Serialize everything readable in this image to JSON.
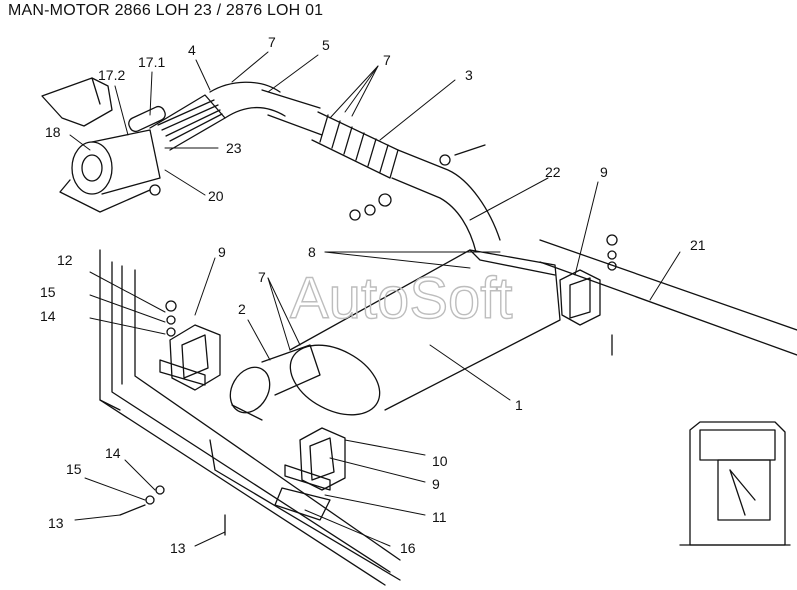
{
  "title": "MAN-MOTOR 2866 LOH 23 / 2876 LOH 01",
  "watermark": "AutoSoft",
  "callouts": [
    {
      "id": "c-17-2",
      "text": "17.2"
    },
    {
      "id": "c-17-1",
      "text": "17.1"
    },
    {
      "id": "c-4",
      "text": "4"
    },
    {
      "id": "c-7a",
      "text": "7"
    },
    {
      "id": "c-5",
      "text": "5"
    },
    {
      "id": "c-7b",
      "text": "7"
    },
    {
      "id": "c-3",
      "text": "3"
    },
    {
      "id": "c-18",
      "text": "18"
    },
    {
      "id": "c-23",
      "text": "23"
    },
    {
      "id": "c-20",
      "text": "20"
    },
    {
      "id": "c-22",
      "text": "22"
    },
    {
      "id": "c-9a",
      "text": "9"
    },
    {
      "id": "c-21",
      "text": "21"
    },
    {
      "id": "c-8",
      "text": "8"
    },
    {
      "id": "c-12",
      "text": "12"
    },
    {
      "id": "c-9b",
      "text": "9"
    },
    {
      "id": "c-15a",
      "text": "15"
    },
    {
      "id": "c-14a",
      "text": "14"
    },
    {
      "id": "c-7c",
      "text": "7"
    },
    {
      "id": "c-2",
      "text": "2"
    },
    {
      "id": "c-1",
      "text": "1"
    },
    {
      "id": "c-14b",
      "text": "14"
    },
    {
      "id": "c-10",
      "text": "10"
    },
    {
      "id": "c-15b",
      "text": "15"
    },
    {
      "id": "c-9c",
      "text": "9"
    },
    {
      "id": "c-13a",
      "text": "13"
    },
    {
      "id": "c-11",
      "text": "11"
    },
    {
      "id": "c-13b",
      "text": "13"
    },
    {
      "id": "c-16",
      "text": "16"
    }
  ],
  "colors": {
    "line": "#111111",
    "watermark": "#bdbdbd",
    "background": "#ffffff"
  }
}
